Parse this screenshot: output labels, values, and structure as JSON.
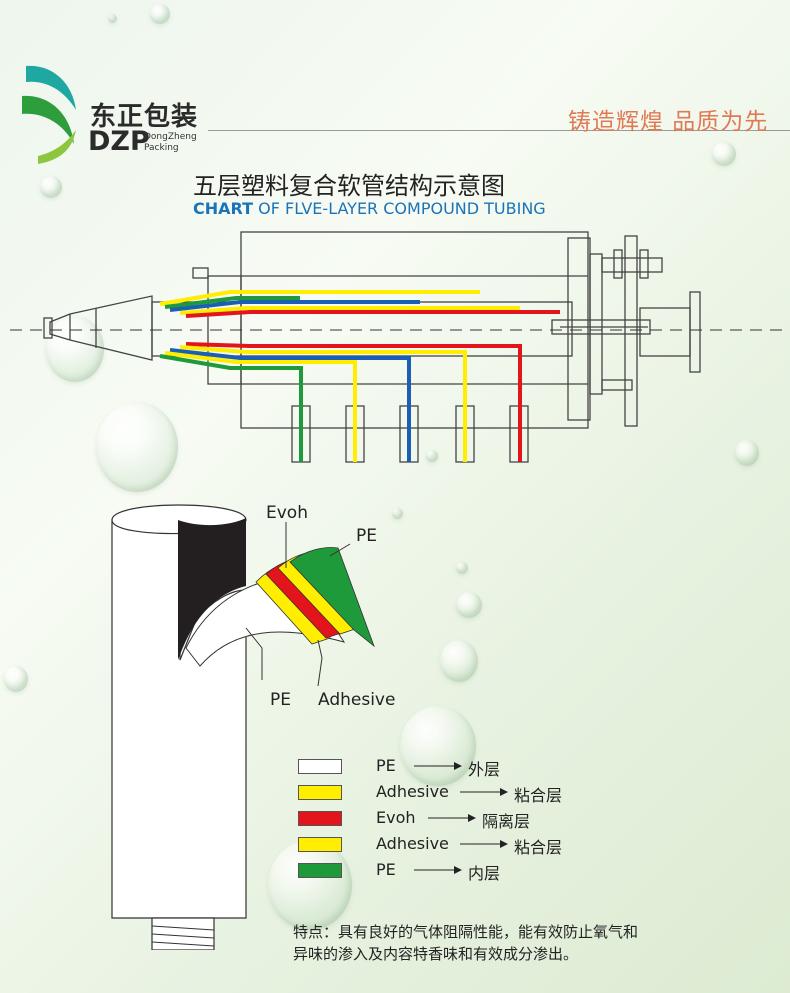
{
  "brand": {
    "name_cn": "东正包装",
    "name_en": "DZP",
    "sub_line1": "DongZheng",
    "sub_line2": "Packing"
  },
  "slogan": "铸造辉煌  品质为先",
  "title": {
    "cn": "五层塑料复合软管结构示意图",
    "en_bold": "CHART",
    "en_rest": " OF FLVE-LAYER COMPOUND TUBING"
  },
  "labels": {
    "evoh": "Evoh",
    "pe_top": "PE",
    "pe_bottom": "PE",
    "adhesive": "Adhesive"
  },
  "legend": [
    {
      "name": "PE",
      "cn": "外层",
      "color": "#ffffff"
    },
    {
      "name": "Adhesive",
      "cn": "粘合层",
      "color": "#ffee00"
    },
    {
      "name": "Evoh",
      "cn": "隔离层",
      "color": "#e3141b"
    },
    {
      "name": "Adhesive",
      "cn": "粘合层",
      "color": "#ffee00"
    },
    {
      "name": "PE",
      "cn": "内层",
      "color": "#1e9a3a"
    }
  ],
  "feature": {
    "line1": "特点：具有良好的气体阻隔性能，能有效防止氧气和",
    "line2": "异味的渗入及内容特香味和有效成分渗出。"
  },
  "colors": {
    "green": "#1e9a3a",
    "yellow": "#ffee00",
    "blue": "#1b5fb5",
    "red": "#e3141b",
    "slogan": "#e07a55",
    "title_en": "#1a74b8"
  }
}
